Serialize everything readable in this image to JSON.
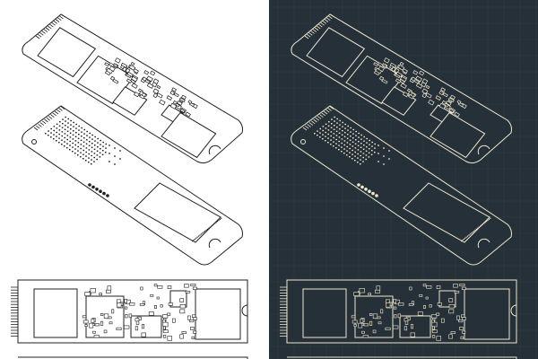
{
  "panels": [
    {
      "id": "light",
      "theme": "white-background line drawing",
      "background": "#ffffff",
      "stroke": "#1f1f1f",
      "fill": "#ffffff",
      "grid": false
    },
    {
      "id": "dark",
      "theme": "blueprint dark background line drawing",
      "background": "#253038",
      "stroke": "#efe8cf",
      "fill": "#253038",
      "grid": true,
      "grid_color": "#31404a"
    }
  ],
  "views": [
    "isometric-top",
    "isometric-bottom",
    "flat-top",
    "flat-bottom-partial"
  ],
  "components": {
    "top_side": [
      "nand-flash-chip",
      "nand-flash-chip",
      "controller-chip",
      "dram-chip",
      "nand-flash-chip"
    ],
    "bottom_side": [
      "thermal-pad",
      "contact-pad-array"
    ],
    "connector": "m2-edge-connector",
    "mount": "half-moon-screw-notch"
  },
  "icons": {
    "notch": "half-moon-notch-icon",
    "connector": "edge-connector-icon"
  }
}
